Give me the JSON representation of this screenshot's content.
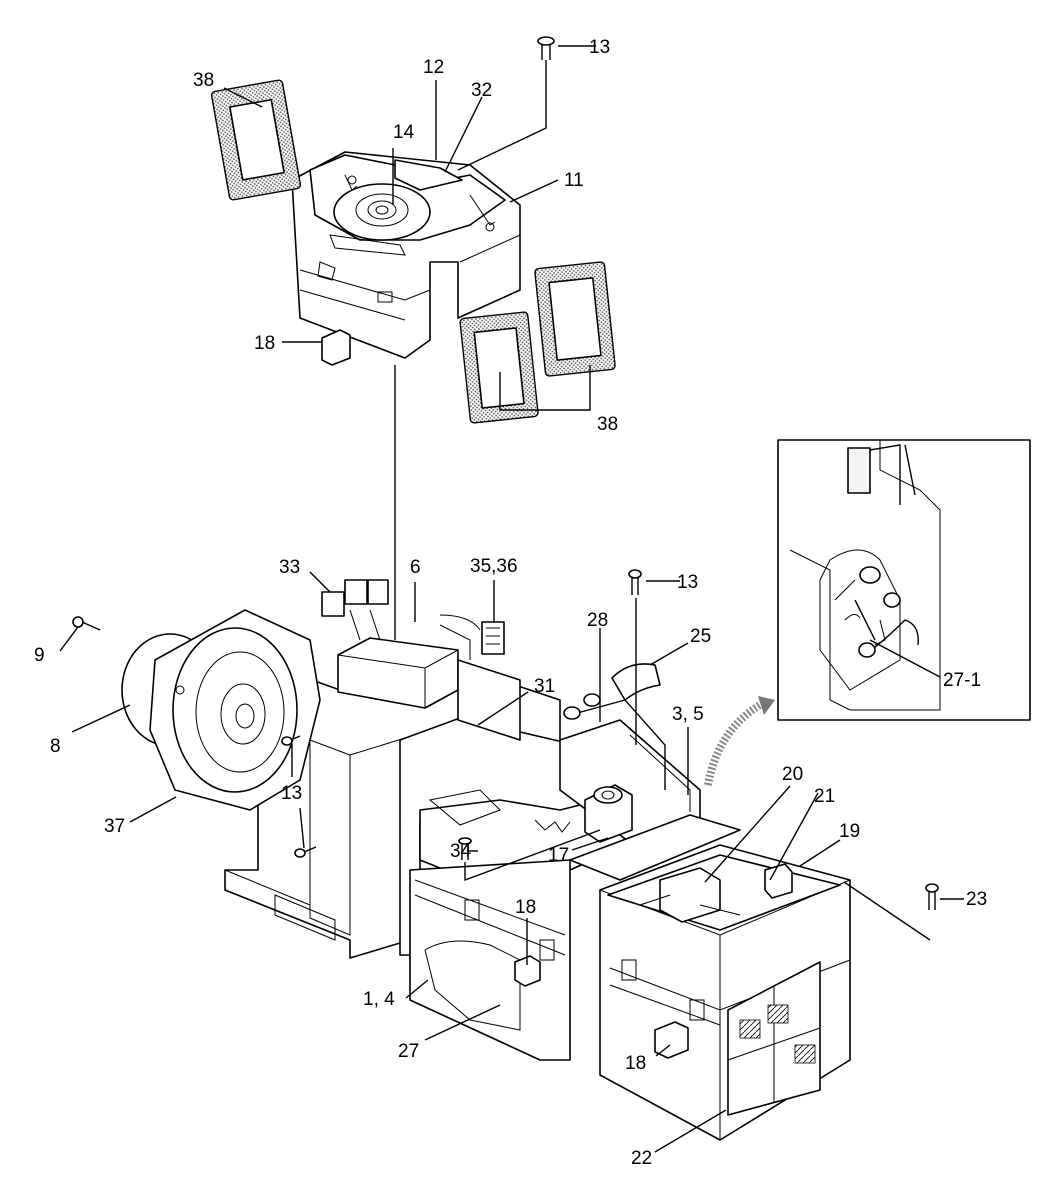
{
  "callouts": {
    "c13_top": "13",
    "c12": "12",
    "c32": "32",
    "c38_top": "38",
    "c14": "14",
    "c11": "11",
    "c18_top": "18",
    "c38_right": "38",
    "c33": "33",
    "c6": "6",
    "c3536": "35,36",
    "c13_mid": "13",
    "c28": "28",
    "c25": "25",
    "c9": "9",
    "c31": "31",
    "c35": "3, 5",
    "c27_1": "27-1",
    "c8": "8",
    "c13_left": "13",
    "c20": "20",
    "c21": "21",
    "c19": "19",
    "c37": "37",
    "c34": "34",
    "c17": "17",
    "c23": "23",
    "c18_mid": "18",
    "c14b": "1, 4",
    "c27": "27",
    "c18_bot": "18",
    "c22": "22"
  }
}
